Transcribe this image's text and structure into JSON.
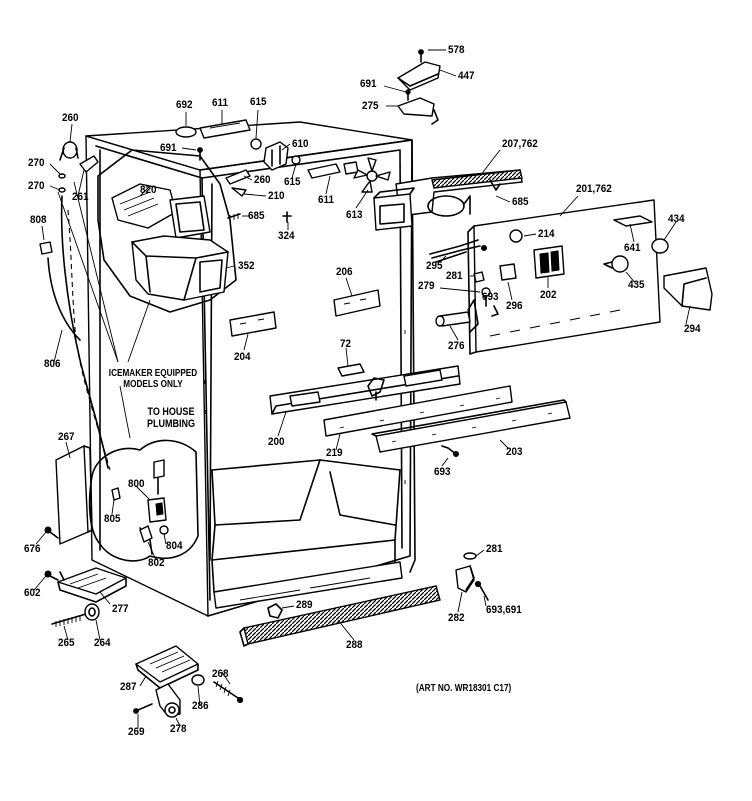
{
  "callouts": [
    {
      "id": "578",
      "text": "578"
    },
    {
      "id": "447",
      "text": "447"
    },
    {
      "id": "691a",
      "text": "691"
    },
    {
      "id": "275",
      "text": "275"
    },
    {
      "id": "692",
      "text": "692"
    },
    {
      "id": "611a",
      "text": "611"
    },
    {
      "id": "615a",
      "text": "615"
    },
    {
      "id": "260a",
      "text": "260"
    },
    {
      "id": "691b",
      "text": "691"
    },
    {
      "id": "610",
      "text": "610"
    },
    {
      "id": "207",
      "text": "207,762"
    },
    {
      "id": "270a",
      "text": "270"
    },
    {
      "id": "270b",
      "text": "270"
    },
    {
      "id": "820",
      "text": "820"
    },
    {
      "id": "615b",
      "text": "615"
    },
    {
      "id": "260b",
      "text": "260"
    },
    {
      "id": "261",
      "text": "261"
    },
    {
      "id": "210",
      "text": "210"
    },
    {
      "id": "611b",
      "text": "611"
    },
    {
      "id": "201",
      "text": "201,762"
    },
    {
      "id": "685a",
      "text": "685"
    },
    {
      "id": "613",
      "text": "613"
    },
    {
      "id": "685b",
      "text": "685"
    },
    {
      "id": "808",
      "text": "808"
    },
    {
      "id": "324",
      "text": "324"
    },
    {
      "id": "434",
      "text": "434"
    },
    {
      "id": "214",
      "text": "214"
    },
    {
      "id": "641",
      "text": "641"
    },
    {
      "id": "295",
      "text": "295"
    },
    {
      "id": "352",
      "text": "352"
    },
    {
      "id": "206",
      "text": "206"
    },
    {
      "id": "281a",
      "text": "281"
    },
    {
      "id": "279",
      "text": "279"
    },
    {
      "id": "693a",
      "text": "693"
    },
    {
      "id": "202",
      "text": "202"
    },
    {
      "id": "435",
      "text": "435"
    },
    {
      "id": "296",
      "text": "296"
    },
    {
      "id": "294",
      "text": "294"
    },
    {
      "id": "276",
      "text": "276"
    },
    {
      "id": "204",
      "text": "204"
    },
    {
      "id": "72",
      "text": "72"
    },
    {
      "id": "806",
      "text": "806"
    },
    {
      "id": "200",
      "text": "200"
    },
    {
      "id": "219",
      "text": "219"
    },
    {
      "id": "203",
      "text": "203"
    },
    {
      "id": "267",
      "text": "267"
    },
    {
      "id": "693b",
      "text": "693"
    },
    {
      "id": "800",
      "text": "800"
    },
    {
      "id": "805",
      "text": "805"
    },
    {
      "id": "804",
      "text": "804"
    },
    {
      "id": "802",
      "text": "802"
    },
    {
      "id": "676",
      "text": "676"
    },
    {
      "id": "281b",
      "text": "281"
    },
    {
      "id": "602",
      "text": "602"
    },
    {
      "id": "277",
      "text": "277"
    },
    {
      "id": "282",
      "text": "282"
    },
    {
      "id": "693c",
      "text": "693,691"
    },
    {
      "id": "289a",
      "text": "289"
    },
    {
      "id": "265",
      "text": "265"
    },
    {
      "id": "264",
      "text": "264"
    },
    {
      "id": "288",
      "text": "288"
    },
    {
      "id": "268",
      "text": "268"
    },
    {
      "id": "287",
      "text": "287"
    },
    {
      "id": "286",
      "text": "286"
    },
    {
      "id": "269",
      "text": "269"
    },
    {
      "id": "278",
      "text": "278"
    }
  ],
  "notes": {
    "icemaker": "ICEMAKER EQUIPPED MODELS ONLY",
    "plumbing": "TO HOUSE PLUMBING",
    "art_no": "(ART NO. WR18301 C17)"
  }
}
